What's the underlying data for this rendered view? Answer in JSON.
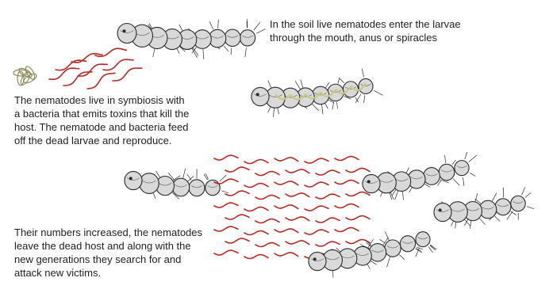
{
  "captions": {
    "soil_entry": "In the soil live nematodes enter the larvae\nthrough the mouth, anus or spiracles",
    "symbiosis": "The nematodes live in symbiosis with\na bacteria that emits toxins that kill the\nhost. The nematode and bacteria feed\noff the dead larvae and reproduce.",
    "dispersal": "Their numbers increased, the nematodes\nleave the dead host and along with the\nnew generations they search for and\nattack new victims."
  },
  "colors": {
    "nematode": "#b52a24",
    "larva_fill": "#d9d9d9",
    "larva_outline": "#2a2a2a",
    "bacteria": "#c9c98a",
    "text": "#222222"
  },
  "icons": {
    "larva": "larva-icon",
    "nematode": "nematode-icon",
    "bacteria_cluster": "bacteria-cluster-icon"
  }
}
